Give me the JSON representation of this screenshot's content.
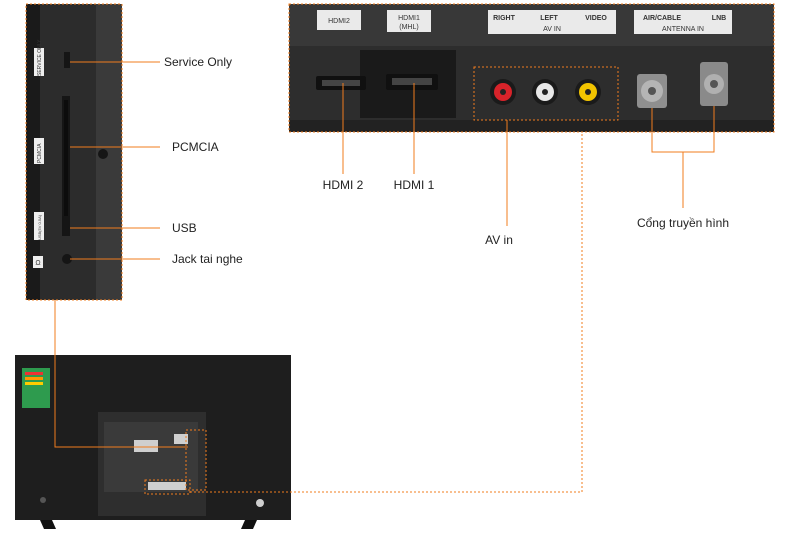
{
  "side_panel": {
    "port_labels": [
      "SERVICE ONLY",
      "PCMCIA",
      "USB(5V 0.5A)",
      "Ω"
    ]
  },
  "top_panel": {
    "hdmi2": "HDMI2",
    "hdmi1": "HDMI1",
    "hdmi1_sub": "(MHL)",
    "av_right": "RIGHT",
    "av_left": "LEFT",
    "av_video": "VIDEO",
    "av_group": "AV IN",
    "antenna_aircable": "AIR/CABLE",
    "antenna_lnb": "LNB",
    "antenna_group": "ANTENNA IN"
  },
  "callouts": {
    "service_only": "Service Only",
    "pcmcia": "PCMCIA",
    "usb": "USB",
    "jack": "Jack tai nghe",
    "hdmi2": "HDMI 2",
    "hdmi1": "HDMI 1",
    "av_in": "AV in",
    "antenna": "Cổng truyền hình"
  },
  "colors": {
    "accent": "#f07c1e",
    "panel": "#2b2b2b",
    "av_red": "#d8232a",
    "av_white": "#e8e8e8",
    "av_yellow": "#f2c400"
  }
}
